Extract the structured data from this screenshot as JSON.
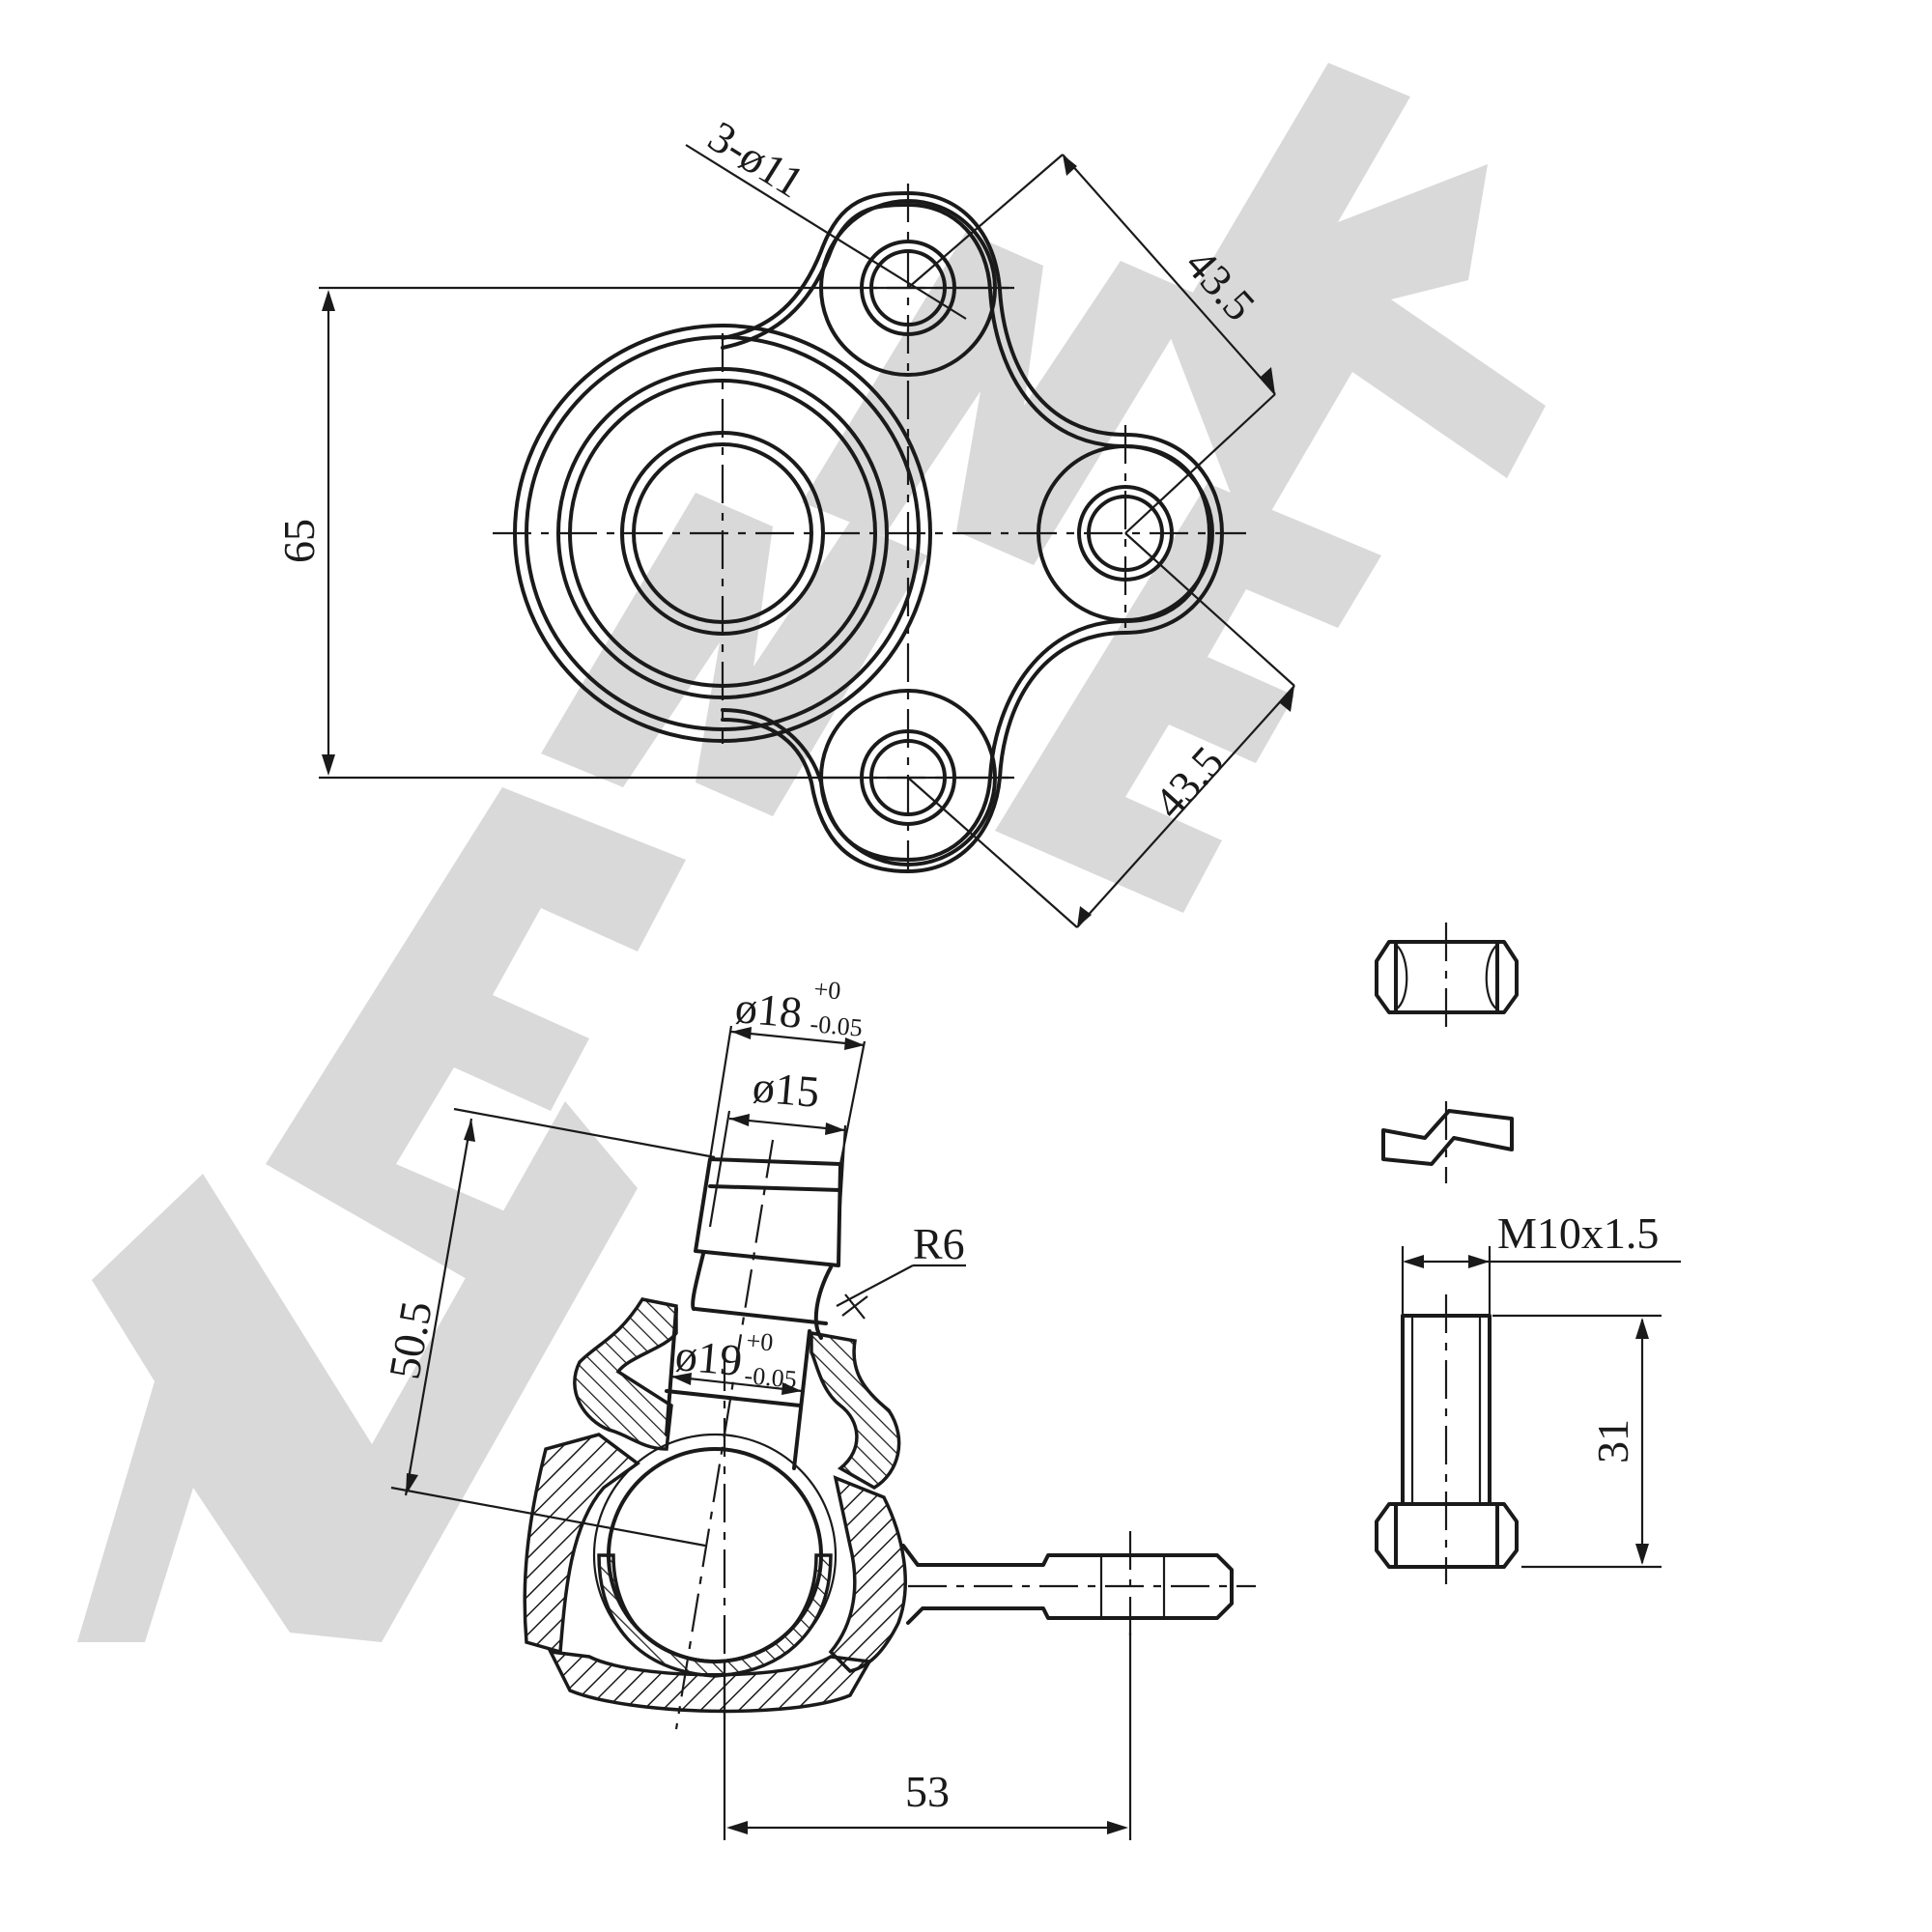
{
  "watermark": {
    "text": "ZENNEK"
  },
  "top_view": {
    "hole_label": "3-ø11",
    "dim_height": "65",
    "dim_diag_upper": "43.5",
    "dim_diag_lower": "43.5"
  },
  "side_view": {
    "dim_taper_top": "ø18",
    "dim_taper_top_tol_upper": "+0",
    "dim_taper_top_tol_lower": "-0.05",
    "dim_small_dia": "ø15",
    "dim_radius": "R6",
    "dim_mid_dia": "ø19",
    "dim_mid_dia_tol_upper": "+0",
    "dim_mid_dia_tol_lower": "-0.05",
    "dim_height": "50.5",
    "dim_offset": "53"
  },
  "hardware": {
    "thread_label": "M10x1.5",
    "bolt_length": "31"
  },
  "colors": {
    "line": "#1a1a1a",
    "watermark": "#d9d9d9",
    "background": "#ffffff"
  }
}
